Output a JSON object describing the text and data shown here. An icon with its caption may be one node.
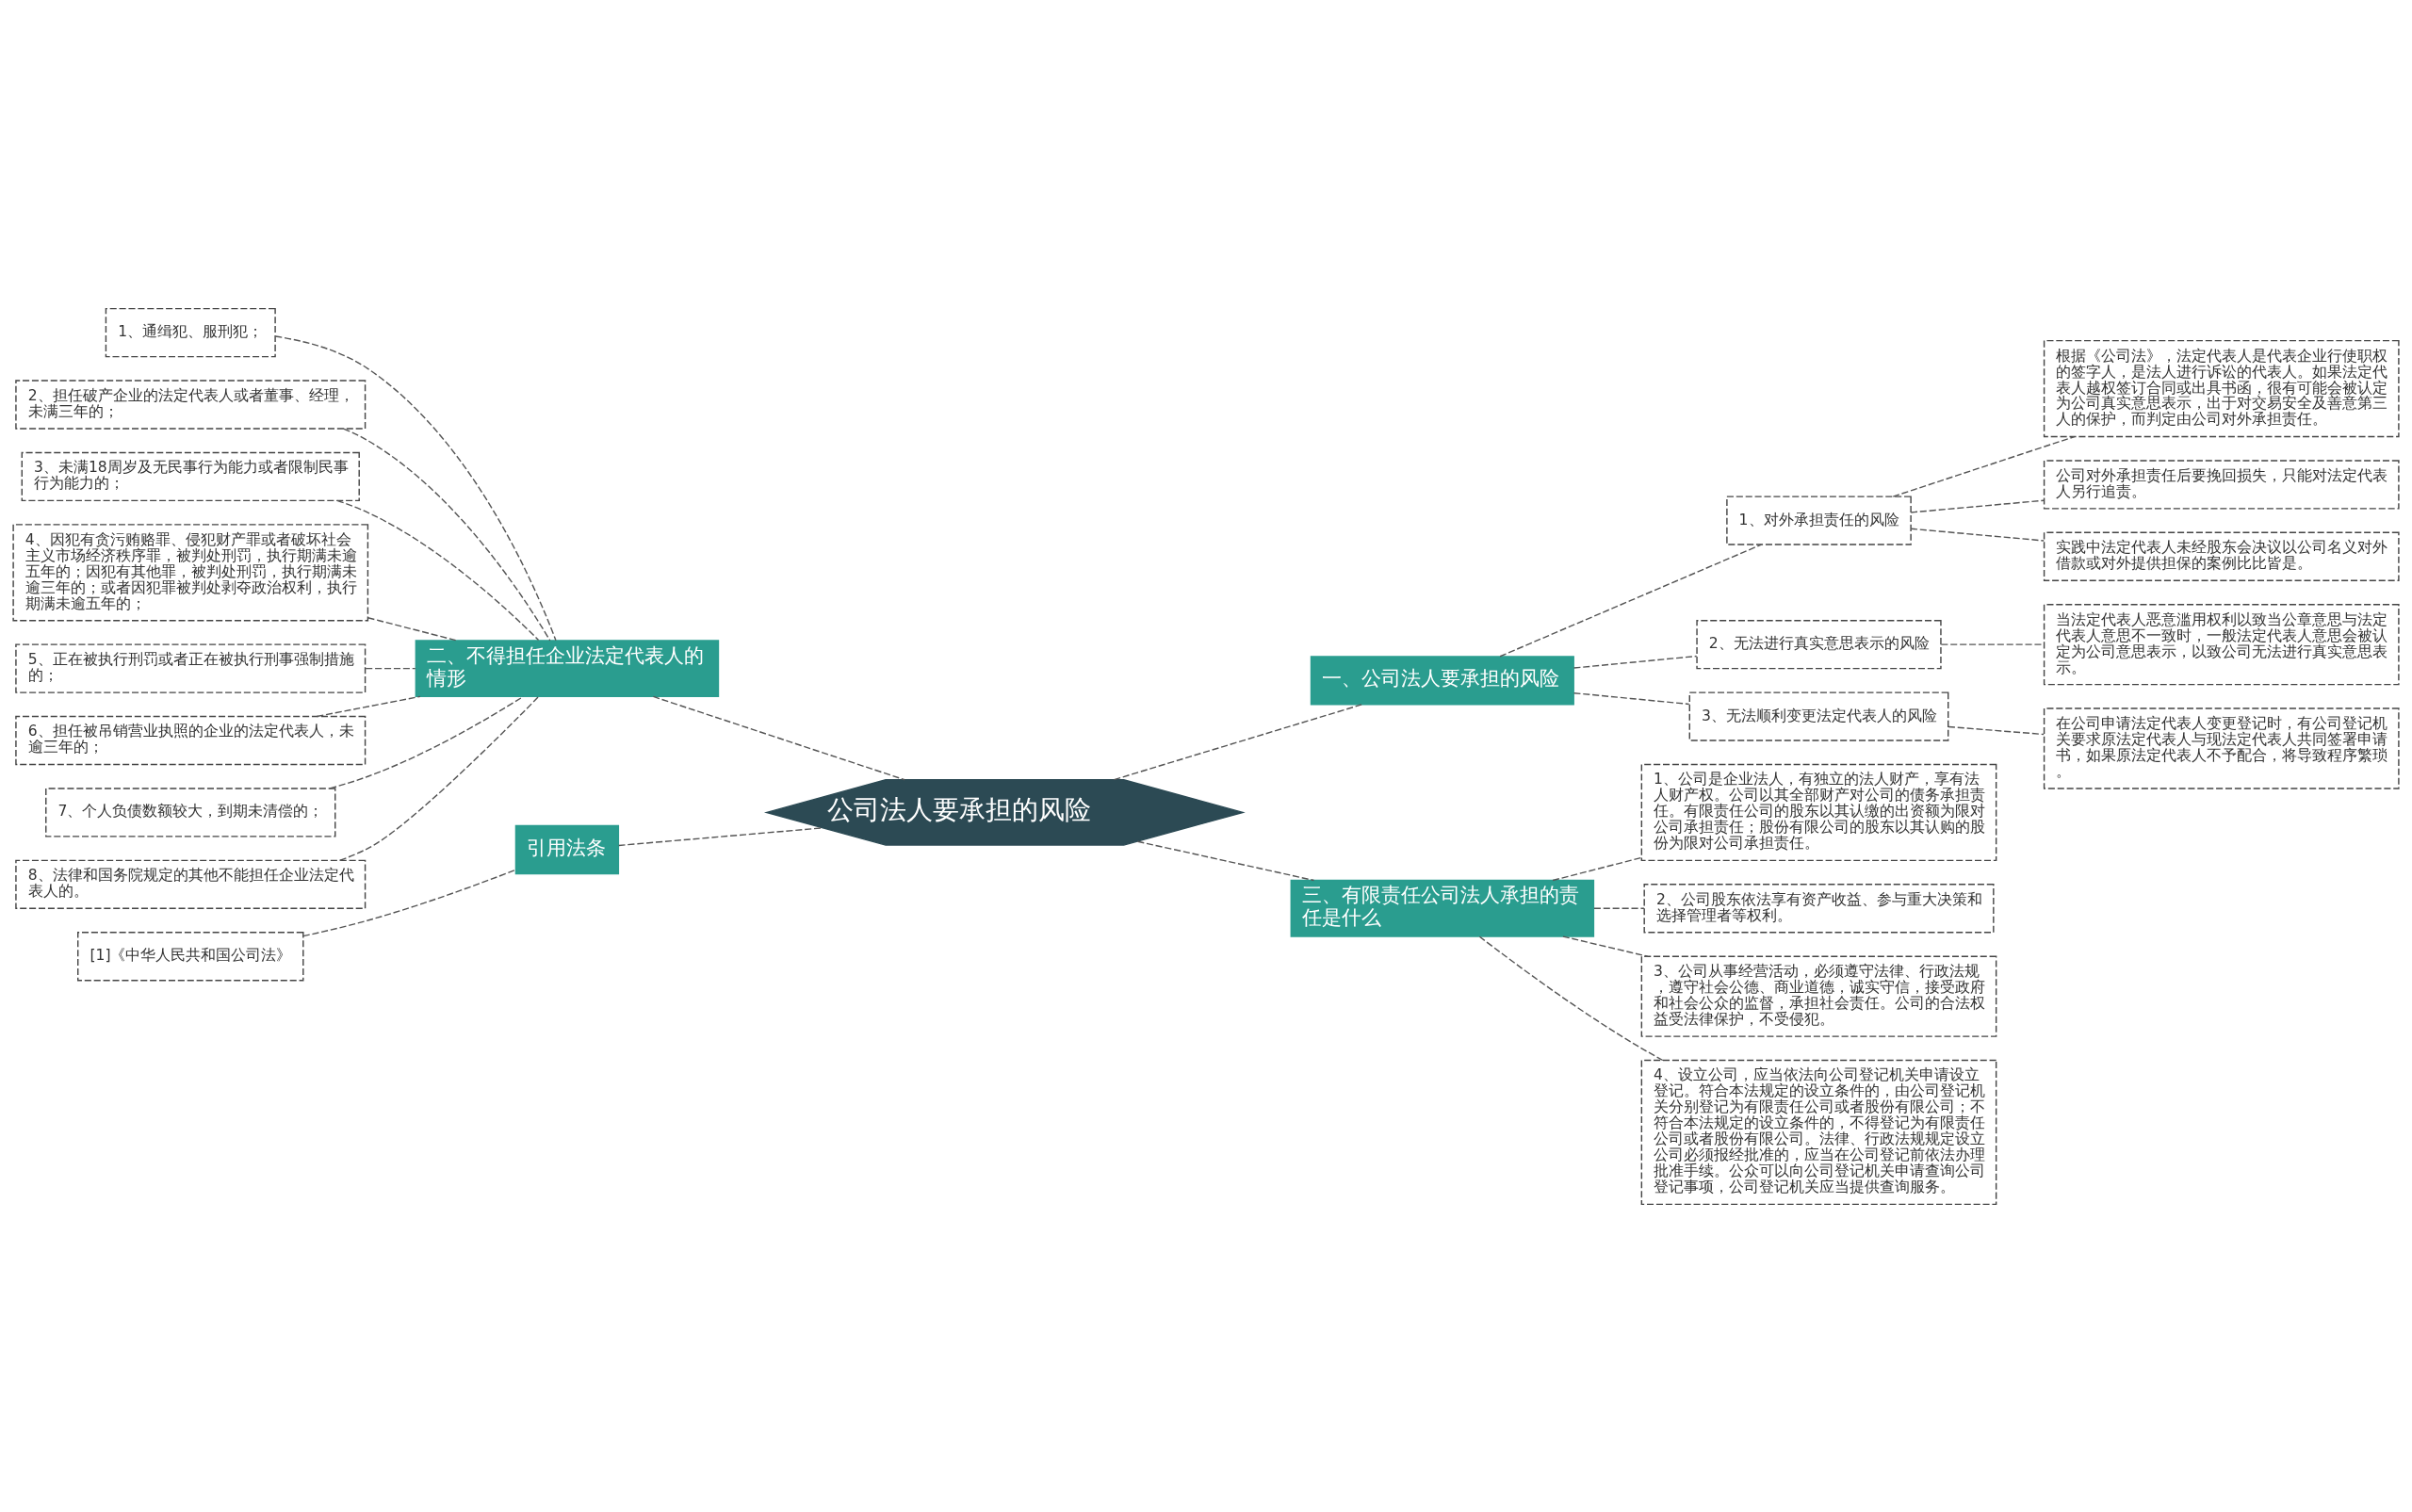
{
  "diagram": {
    "nodes": [
      {
        "text": [
          "公司法人要承担的风险"
        ]
      },
      {
        "text": [
          "二、不得担任企业法定代表人的情形"
        ]
      },
      {
        "text": [
          "1、通缉犯、服刑犯；"
        ]
      },
      {
        "text": [
          "2、担任破产企业的法定代表人或者董事、经理，未满三年的；"
        ]
      },
      {
        "text": [
          "3、未满18周岁及无民事行为能力或者限制民事行为能力的；"
        ]
      },
      {
        "text": [
          "4、因犯有贪污贿赂罪、侵犯财产罪或者破坏社会主义市场经济秩序罪，被判处刑罚，执行期满未逾五年的；因犯有其他罪，被判处刑罚，执行期满未逾三年的；或者因犯罪被判处剥夺政治权利，执行期满未逾五年的；"
        ]
      },
      {
        "text": [
          "5、正在被执行刑罚或者正在被执行刑事强制措施的；"
        ]
      },
      {
        "text": [
          "6、担任被吊销营业执照的企业的法定代表人，未逾三年的；"
        ]
      },
      {
        "text": [
          "7、个人负债数额较大，到期未清偿的；"
        ]
      },
      {
        "text": [
          "8、法律和国务院规定的其他不能担任企业法定代表人的。"
        ]
      },
      {
        "text": [
          "引用法条"
        ]
      },
      {
        "text": [
          "[1]《中华人民共和国公司法》"
        ]
      },
      {
        "text": [
          "一、公司法人要承担的风险"
        ]
      },
      {
        "text": [
          "1、对外承担责任的风险"
        ]
      },
      {
        "text": [
          "根据《公司法》，法定代表人是代表企业行使职权的签字人，是法人进行诉讼的代表人。如果法定代表人越权签订合同或出具书函，很有可能会被认定为公司真实意思表示，出于对交易安全及善意第三人的保护，而判定由公司对外承担责任。"
        ]
      },
      {
        "text": [
          "公司对外承担责任后要挽回损失，只能对法定代表人另行追责。"
        ]
      },
      {
        "text": [
          "实践中法定代表人未经股东会决议以公司名义对外借款或对外提供担保的案例比比皆是。"
        ]
      },
      {
        "text": [
          "2、无法进行真实意思表示的风险"
        ]
      },
      {
        "text": [
          "当法定代表人恶意滥用权利以致当公章意思与法定代表人意思不一致时，一般法定代表人意思会被认定为公司意思表示，以致公司无法进行真实意思表示。"
        ]
      },
      {
        "text": [
          "3、无法顺利变更法定代表人的风险"
        ]
      },
      {
        "text": [
          "在公司申请法定代表人变更登记时，有公司登记机关要求原法定代表人与现法定代表人共同签署申请书，如果原法定代表人不予配合，将导致程序繁琐。"
        ]
      },
      {
        "text": [
          "三、有限责任公司法人承担的责任是什么"
        ]
      },
      {
        "text": [
          "1、公司是企业法人，有独立的法人财产，享有法人财产权。公司以其全部财产对公司的债务承担责任。有限责任公司的股东以其认缴的出资额为限对公司承担责任；股份有限公司的股东以其认购的股份为限对公司承担责任。"
        ]
      },
      {
        "text": [
          "2、公司股东依法享有资产收益、参与重大决策和选择管理者等权利。"
        ]
      },
      {
        "text": [
          "3、公司从事经营活动，必须遵守法律、行政法规，遵守社会公德、商业道德，诚实守信，接受政府和社会公众的监督，承担社会责任。公司的合法权益受法律保护，不受侵犯。"
        ]
      },
      {
        "text": [
          "4、设立公司，应当依法向公司登记机关申请设立登记。符合本法规定的设立条件的，由公司登记机关分别登记为有限责任公司或者股份有限公司；不符合本法规定的设立条件的，不得登记为有限责任公司或者股份有限公司。法律、行政法规规定设立公司必须报经批准的，应当在公司登记前依法办理批准手续。公众可以向公司登记机关申请查询公司登记事项，公司登记机关应当提供查询服务。"
        ]
      }
    ],
    "edges": [
      {
        "from": 0,
        "to": 1,
        "arrow": "none",
        "style": "dashed"
      },
      {
        "from": 1,
        "to": 2,
        "arrow": "none",
        "style": "dashed"
      },
      {
        "from": 1,
        "to": 3,
        "arrow": "none",
        "style": "dashed"
      },
      {
        "from": 1,
        "to": 4,
        "arrow": "none",
        "style": "dashed"
      },
      {
        "from": 1,
        "to": 5,
        "arrow": "none",
        "style": "dashed"
      },
      {
        "from": 1,
        "to": 6,
        "arrow": "none",
        "style": "dashed"
      },
      {
        "from": 1,
        "to": 7,
        "arrow": "none",
        "style": "dashed"
      },
      {
        "from": 1,
        "to": 8,
        "arrow": "none",
        "style": "dashed"
      },
      {
        "from": 1,
        "to": 9,
        "arrow": "none",
        "style": "dashed"
      },
      {
        "from": 0,
        "to": 10,
        "arrow": "none",
        "style": "dashed"
      },
      {
        "from": 10,
        "to": 11,
        "arrow": "none",
        "style": "dashed"
      },
      {
        "from": 0,
        "to": 12,
        "arrow": "none",
        "style": "dashed"
      },
      {
        "from": 12,
        "to": 13,
        "arrow": "none",
        "style": "dashed"
      },
      {
        "from": 13,
        "to": 14,
        "arrow": "none",
        "style": "dashed"
      },
      {
        "from": 13,
        "to": 15,
        "arrow": "none",
        "style": "dashed"
      },
      {
        "from": 13,
        "to": 16,
        "arrow": "none",
        "style": "dashed"
      },
      {
        "from": 12,
        "to": 17,
        "arrow": "none",
        "style": "dashed"
      },
      {
        "from": 17,
        "to": 18,
        "arrow": "none",
        "style": "dashed"
      },
      {
        "from": 12,
        "to": 19,
        "arrow": "none",
        "style": "dashed"
      },
      {
        "from": 19,
        "to": 20,
        "arrow": "none",
        "style": "dashed"
      },
      {
        "from": 0,
        "to": 21,
        "arrow": "none",
        "style": "dashed"
      },
      {
        "from": 21,
        "to": 22,
        "arrow": "none",
        "style": "dashed"
      },
      {
        "from": 21,
        "to": 23,
        "arrow": "none",
        "style": "dashed"
      },
      {
        "from": 21,
        "to": 24,
        "arrow": "none",
        "style": "dashed"
      },
      {
        "from": 21,
        "to": 25,
        "arrow": "none",
        "style": "dashed"
      }
    ]
  }
}
